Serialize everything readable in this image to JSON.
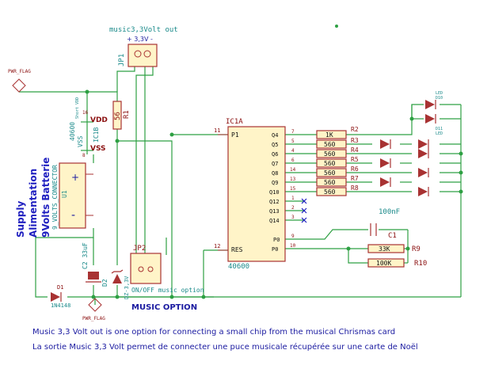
{
  "labels": {
    "music_out_title": "music3,3Volt out",
    "music_out_pins": "+ 3,3V -",
    "jp1": "JP1",
    "pwr_flag_top": "PWR_FLAG",
    "pwr_flag_bottom": "PWR_FLAG",
    "r1": "R1",
    "r1_value": "56",
    "vdd": "VDD",
    "vss": "VSS",
    "ic1b": "IC1B",
    "ic_num": "40600",
    "pin16": "16",
    "pin8": "8",
    "short_vdd": "Short VDD",
    "vss_lbl": "VSS",
    "ic1a": "IC1A",
    "ic1a_part": "40600",
    "supply_line1": "Supply",
    "supply_line2": "Alimentation",
    "supply_line3": "9Volts Batterie",
    "connector": "9_VOLTS_CONNECTOR",
    "connector_ref": "U1",
    "plus": "+",
    "minus": "-",
    "c2": "C2 33uF",
    "d2": "D2",
    "d2_val": "DZ-3,3V",
    "d1": "D1",
    "d1_val": "1N4148",
    "jp2": "JP2",
    "jp2_caption": "ON/OFF music option",
    "music_option": "MUSIC OPTION",
    "p1": "P1",
    "res": "RES",
    "pin11": "11",
    "pin12": "12",
    "q4": "Q4",
    "q5": "Q5",
    "q6": "Q6",
    "q7": "Q7",
    "q8": "Q8",
    "q9": "Q9",
    "q10": "Q10",
    "q12": "Q12",
    "q13": "Q13",
    "q14": "Q14",
    "p0": "P0",
    "p0b": "P0",
    "n7": "7",
    "n5": "5",
    "n4": "4",
    "n6": "6",
    "n14": "14",
    "n13": "13",
    "n15": "15",
    "n1": "1",
    "n2": "2",
    "n3": "3",
    "n9": "9",
    "n10": "10",
    "r2": "R2",
    "r3": "R3",
    "r4": "R4",
    "r5": "R5",
    "r6": "R6",
    "r7": "R7",
    "r8": "R8",
    "r2v": "1K",
    "r3v": "560",
    "r4v": "560",
    "r5v": "560",
    "r6v": "560",
    "r7v": "560",
    "r8v": "560",
    "cap100": "100nF",
    "c1": "C1",
    "r9": "R9",
    "r9v": "33K",
    "r10": "R10",
    "r10v": "100K",
    "led": "LED",
    "d10": "D10",
    "d11": "D11",
    "note_en": "Music 3,3 Volt out is one option for connecting a small chip from the musical Chrismas card",
    "note_fr": "La sortie Music 3,3 Volt permet de connecter une puce musicale récupérée sur une carte de Noël"
  }
}
